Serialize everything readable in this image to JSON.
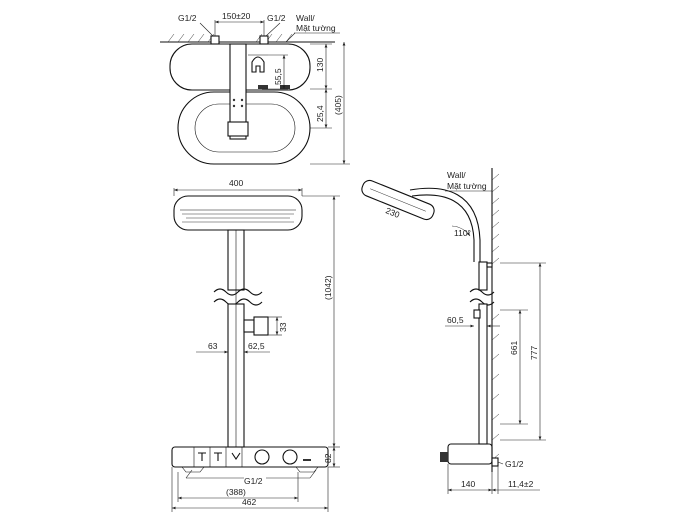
{
  "labels": {
    "wall_top": "Wall/",
    "wall_top_vi": "Mặt tường",
    "wall_side": "Wall/",
    "wall_side_vi": "Mặt tường",
    "g12_left": "G1/2",
    "g12_right": "G1/2",
    "g12_bottom": "G1/2",
    "g12_side": "G1/2"
  },
  "dimensions": {
    "d150": "150±20",
    "d130": "130",
    "d55_5": "55,5",
    "d25_4": "25,4",
    "d405": "(405)",
    "d400": "400",
    "d1042": "(1042)",
    "d33": "33",
    "d63": "63",
    "d62_5": "62,5",
    "d82": "82",
    "d388": "(388)",
    "d462": "462",
    "d230": "230",
    "d110": "110°",
    "d60_5": "60,5",
    "d661": "661",
    "d777": "777",
    "d140": "140",
    "d11_4": "11,4±2"
  }
}
